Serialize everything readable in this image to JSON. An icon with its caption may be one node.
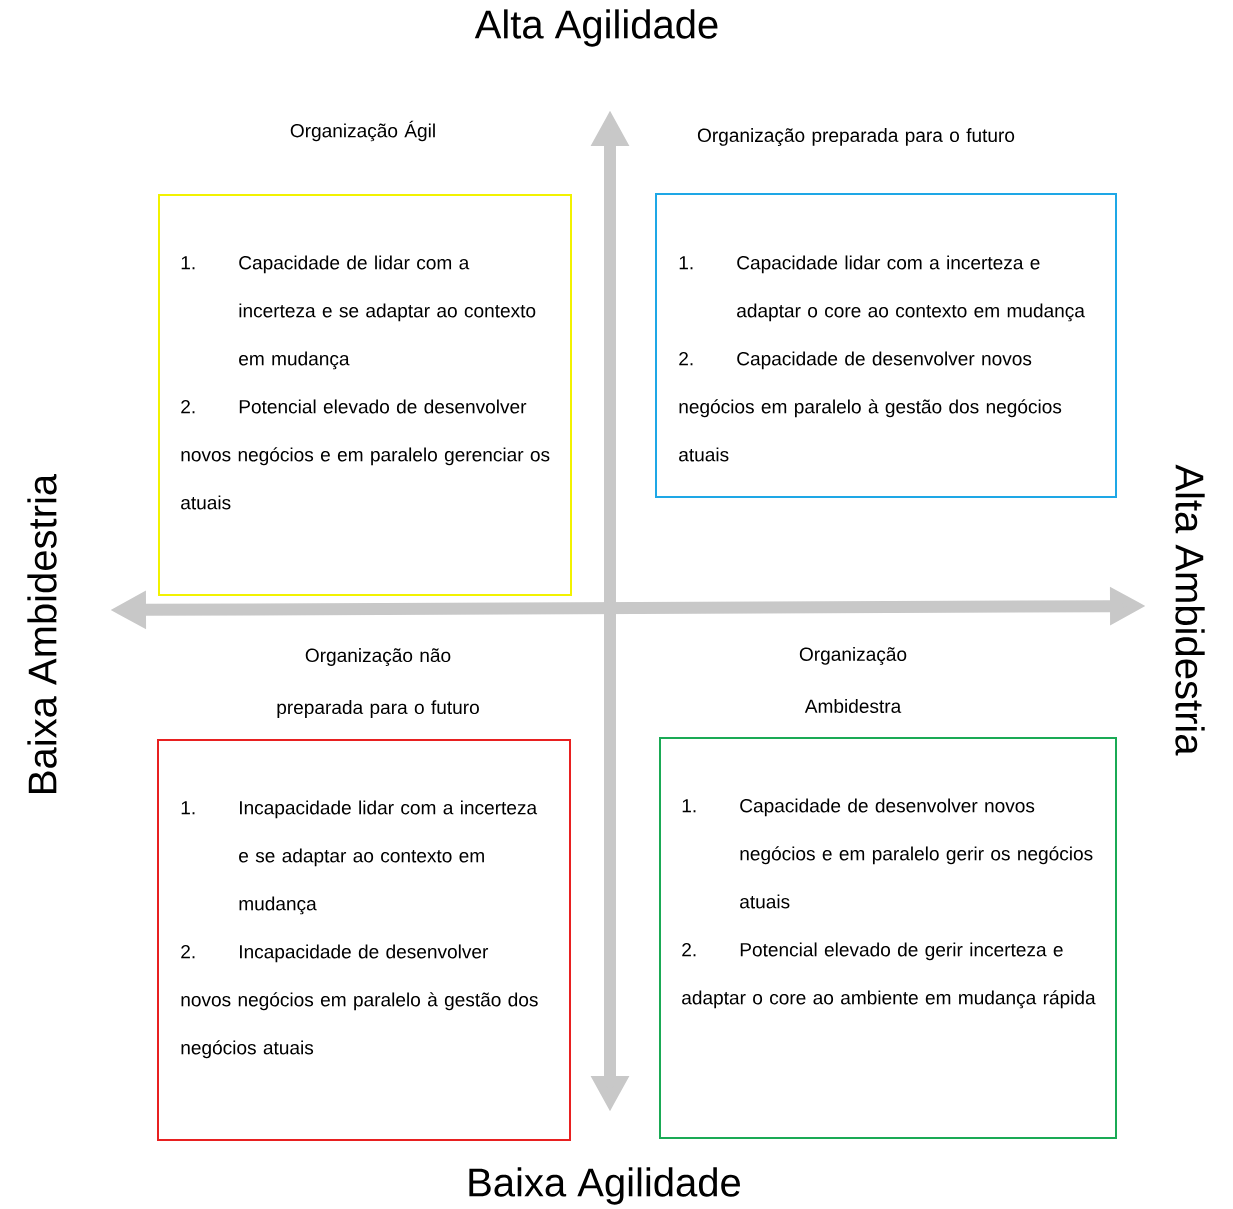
{
  "diagram": {
    "nodes": [
      {
        "text": [
          "Organização Ágil",
          "1.",
          "Capacidade de lidar com a incerteza e se adaptar ao contexto em mudança",
          "2.",
          "Potencial elevado de desenvolver novos negócios e em paralelo gerenciar os atuais"
        ]
      },
      {
        "text": [
          "Organização preparada para o futuro",
          "1.",
          "Capacidade lidar com a incerteza e adaptar o core ao contexto em mudança",
          "2.",
          "Capacidade de desenvolver novos negócios em paralelo à gestão dos negócios atuais"
        ]
      },
      {
        "text": [
          "Organização não preparada para o futuro",
          "1.",
          "Incapacidade lidar com a incerteza e se adaptar ao contexto em mudança",
          "2.",
          "Incapacidade de desenvolver novos negócios em paralelo à gestão dos negócios atuais"
        ]
      },
      {
        "text": [
          "Organização Ambidestra",
          "1.",
          "Capacidade de desenvolver novos negócios e em paralelo gerir os negócios atuais",
          "2.",
          "Potencial elevado de gerir incerteza e adaptar o core ao ambiente em mudança rápida"
        ]
      }
    ],
    "labels": [
      "Alta Agilidade",
      "Baixa Ambidestria",
      "Alta Ambidestria",
      "Baixa Agilidade"
    ]
  }
}
